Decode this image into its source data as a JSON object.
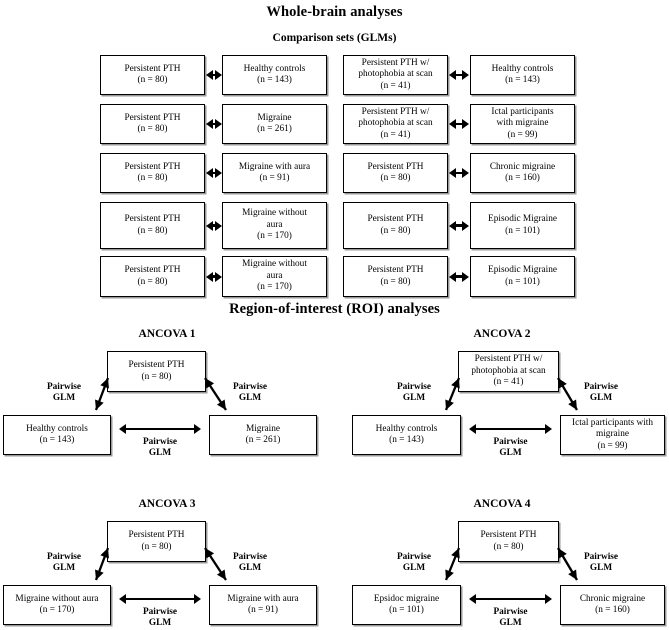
{
  "figure": {
    "whole_brain_title": "Whole-brain analyses",
    "comparison_sets_title": "Comparison sets (GLMs)",
    "roi_title": "Region-of-interest (ROI) analyses",
    "pairwise_label_line1": "Pairwise",
    "pairwise_label_line2": "GLM"
  },
  "comparison_sets": {
    "left_column": [
      {
        "left": {
          "line1": "Persistent PTH",
          "line2": "(n = 80)"
        },
        "right": {
          "line1": "Healthy controls",
          "line2": "(n = 143)"
        }
      },
      {
        "left": {
          "line1": "Persistent PTH",
          "line2": "(n = 80)"
        },
        "right": {
          "line1": "Migraine",
          "line2": "(n = 261)"
        }
      },
      {
        "left": {
          "line1": "Persistent PTH",
          "line2": "(n = 80)"
        },
        "right": {
          "line1": "Migraine with aura",
          "line2": "(n = 91)"
        }
      },
      {
        "left": {
          "line1": "Persistent PTH",
          "line2": "(n = 80)"
        },
        "right": {
          "line1": "Migraine without",
          "line2": "aura",
          "line3": "(n = 170)"
        }
      },
      {
        "left": {
          "line1": "Persistent PTH",
          "line2": "(n = 80)"
        },
        "right": {
          "line1": "Migraine without",
          "line2": "aura",
          "line3": "(n = 170)"
        }
      }
    ],
    "right_column": [
      {
        "left": {
          "line1": "Persistent PTH w/",
          "line2": "photophobia at scan",
          "line3": "(n = 41)"
        },
        "right": {
          "line1": "Healthy controls",
          "line2": "(n = 143)"
        }
      },
      {
        "left": {
          "line1": "Persistent PTH w/",
          "line2": "photophobia at scan",
          "line3": "(n = 41)"
        },
        "right": {
          "line1": "Ictal participants",
          "line2": "with migraine",
          "line3": "(n = 99)"
        }
      },
      {
        "left": {
          "line1": "Persistent PTH",
          "line2": "(n = 80)"
        },
        "right": {
          "line1": "Chronic migraine",
          "line2": "(n = 160)"
        }
      },
      {
        "left": {
          "line1": "Persistent PTH",
          "line2": "(n = 80)"
        },
        "right": {
          "line1": "Episodic Migraine",
          "line2": "(n = 101)"
        }
      },
      {
        "left": {
          "line1": "Persistent PTH",
          "line2": "(n = 80)"
        },
        "right": {
          "line1": "Episodic Migraine",
          "line2": "(n = 101)"
        }
      }
    ]
  },
  "ancovas": [
    {
      "title": "ANCOVA 1",
      "top": {
        "line1": "Persistent PTH",
        "line2": "(n = 80)"
      },
      "bottom_left": {
        "line1": "Healthy controls",
        "line2": "(n = 143)"
      },
      "bottom_right": {
        "line1": "Migraine",
        "line2": "(n = 261)"
      }
    },
    {
      "title": "ANCOVA 2",
      "top": {
        "line1": "Persistent PTH w/",
        "line2": "photophobia at scan",
        "line3": "(n = 41)"
      },
      "bottom_left": {
        "line1": "Healthy controls",
        "line2": "(n = 143)"
      },
      "bottom_right": {
        "line1": "Ictal participants with",
        "line2": "migraine",
        "line3": "(n = 99)"
      }
    },
    {
      "title": "ANCOVA 3",
      "top": {
        "line1": "Persistent PTH",
        "line2": "(n = 80)"
      },
      "bottom_left": {
        "line1": "Migraine without aura",
        "line2": "(n = 170)"
      },
      "bottom_right": {
        "line1": "Migraine with aura",
        "line2": "(n = 91)"
      }
    },
    {
      "title": "ANCOVA 4",
      "top": {
        "line1": "Persistent PTH",
        "line2": "(n = 80)"
      },
      "bottom_left": {
        "line1": "Epsidoc migraine",
        "line2": "(n = 101)"
      },
      "bottom_right": {
        "line1": "Chronic migraine",
        "line2": "(n = 160)"
      }
    }
  ],
  "colors": {
    "stroke": "#000000",
    "background": "#ffffff",
    "box_shadow": "#464646"
  }
}
